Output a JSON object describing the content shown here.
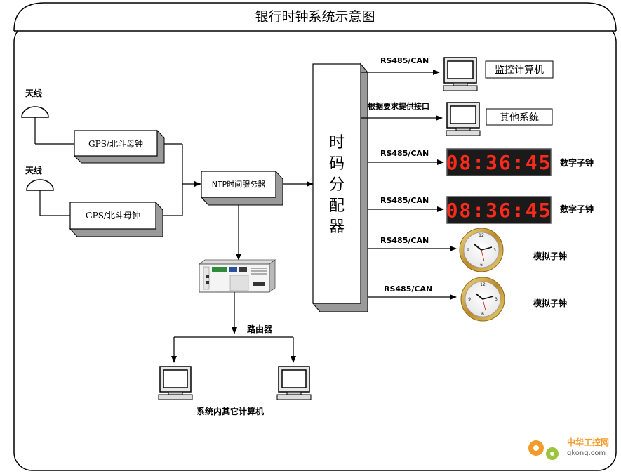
{
  "title": "银行时钟系统示意图",
  "antennas": [
    {
      "label": "天线"
    },
    {
      "label": "天线"
    }
  ],
  "gps_boxes": [
    {
      "label": "GPS/北斗母钟"
    },
    {
      "label": "GPS/北斗母钟"
    }
  ],
  "ntp_server": {
    "label": "NTP时间服务器"
  },
  "router": {
    "label": "路由器"
  },
  "lan_computers_label": "系统内其它计算机",
  "distributor": {
    "chars": [
      "时",
      "码",
      "分",
      "配",
      "器"
    ]
  },
  "outputs": [
    {
      "link": "RS485/CAN",
      "device": "监控计算机"
    },
    {
      "link": "根据要求提供接口",
      "device": "其他系统"
    },
    {
      "link": "RS485/CAN",
      "device": "数字子钟",
      "display": "08:36:45"
    },
    {
      "link": "RS485/CAN",
      "device": "数字子钟",
      "display": "08:36:45"
    },
    {
      "link": "RS485/CAN",
      "device": "模拟子钟"
    },
    {
      "link": "RS485/CAN",
      "device": "模拟子钟"
    }
  ],
  "watermark": {
    "brand": "中华工控网",
    "url": "gkong.com"
  },
  "colors": {
    "led_red": "#ff2a1a",
    "led_bg": "#1a1a1a",
    "box_fill": "#ffffff",
    "shadow": "#9a9a9a",
    "gold": "#c9a23c"
  }
}
